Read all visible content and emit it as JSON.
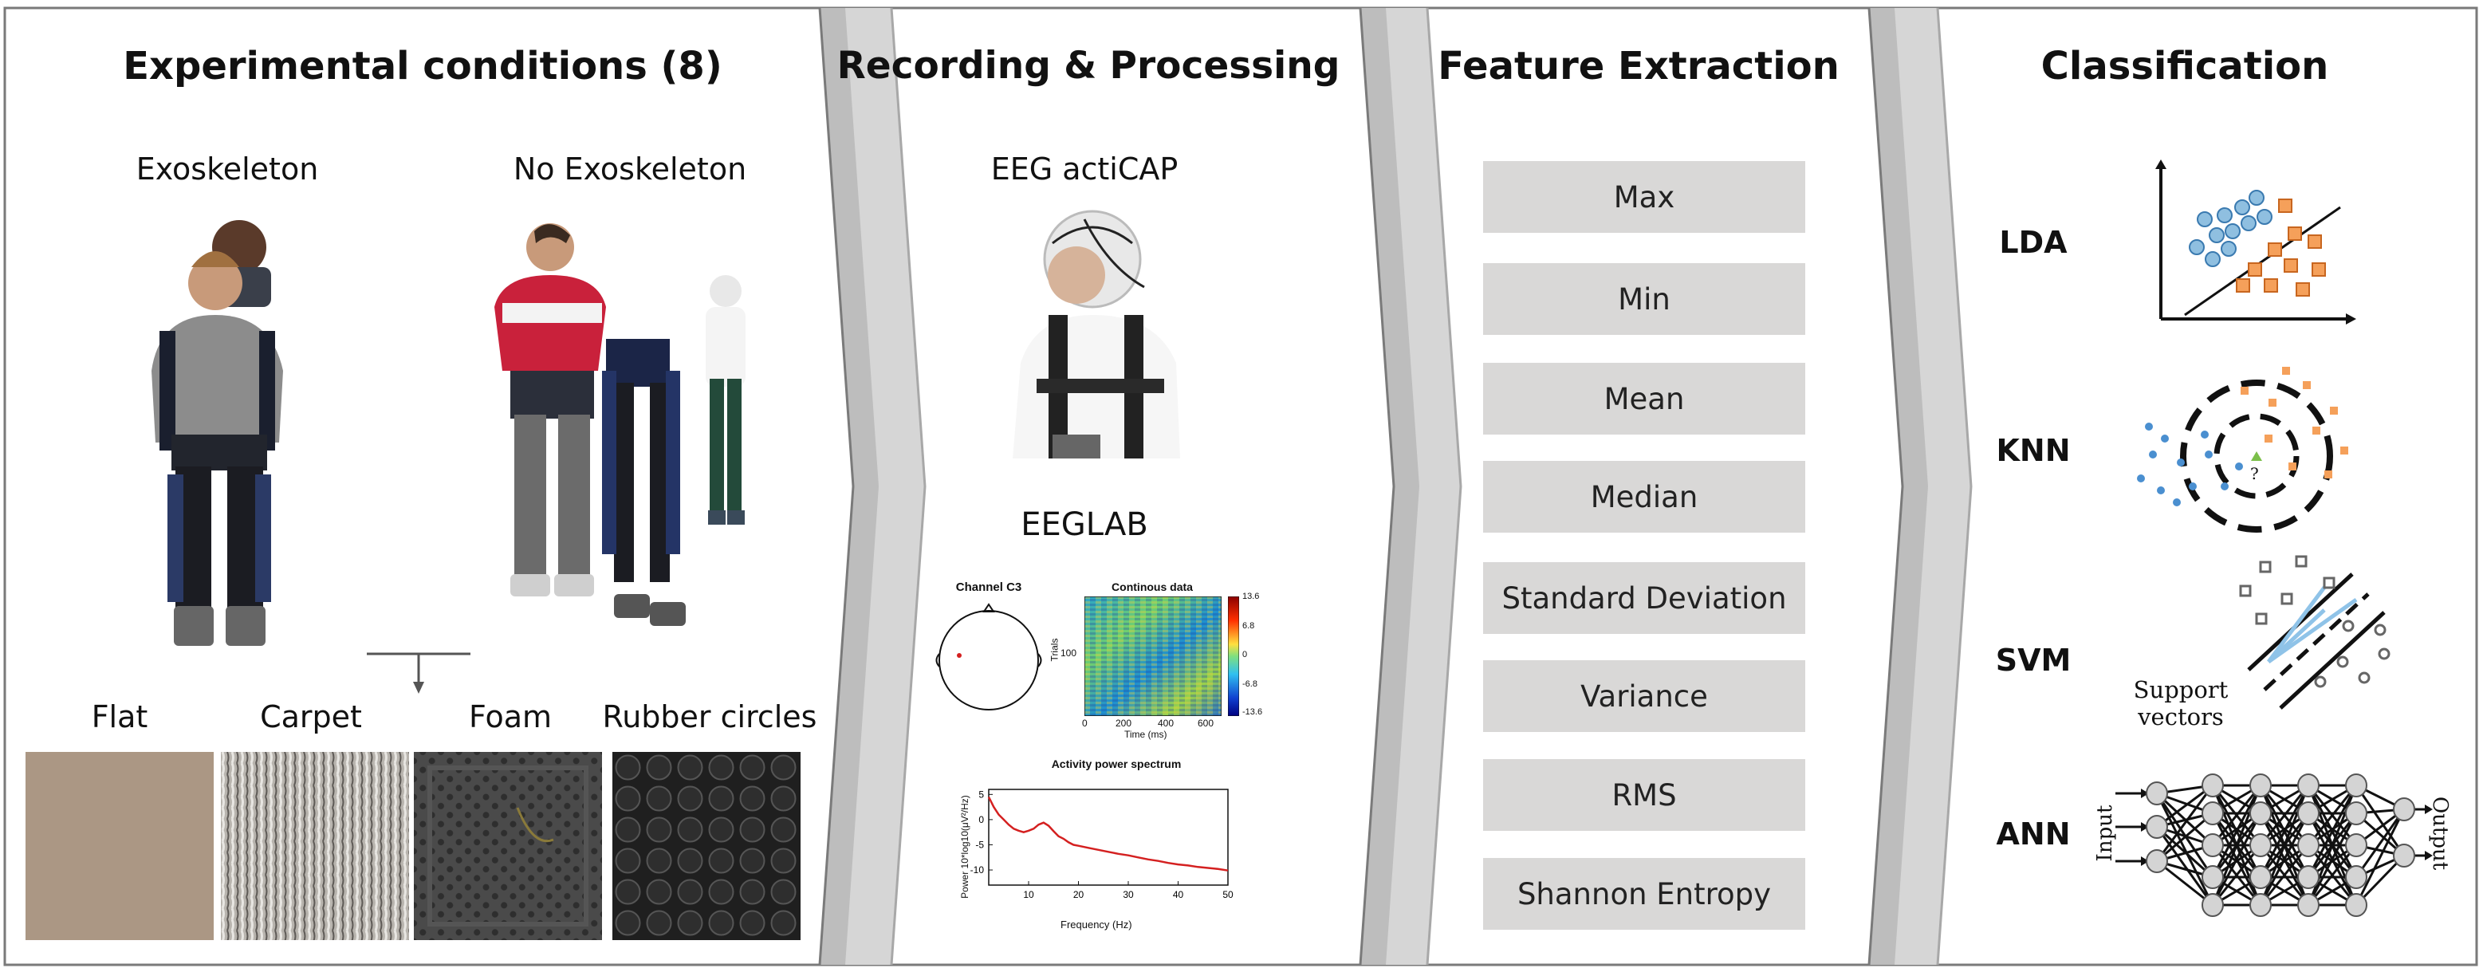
{
  "panels": {
    "conditions": {
      "title": "Experimental conditions (8)",
      "exo_label": "Exoskeleton",
      "noexo_label": "No Exoskeleton",
      "surfaces": [
        "Flat",
        "Carpet",
        "Foam",
        "Rubber circles"
      ]
    },
    "recording": {
      "title": "Recording & Processing",
      "device_label": "EEG actiCAP",
      "software_label": "EEGLAB",
      "topo_title": "Channel C3",
      "cont_title": "Continous data",
      "cont_ylabel": "Trials",
      "cont_xlabel": "Time (ms)",
      "cont_yticks": [
        "100"
      ],
      "cont_xticks": [
        "0",
        "200",
        "400",
        "600"
      ],
      "colorbar_ticks": [
        "13.6",
        "6.8",
        "0",
        "-6.8",
        "-13.6"
      ],
      "spectrum_title": "Activity power spectrum",
      "spectrum_xlabel": "Frequency (Hz)",
      "spectrum_ylabel": "Power 10*log10(μV²/Hz)",
      "spectrum_xticks": [
        "10",
        "20",
        "30",
        "40",
        "50"
      ],
      "spectrum_yticks": [
        "5",
        "0",
        "-5",
        "-10"
      ]
    },
    "features": {
      "title": "Feature Extraction",
      "items": [
        "Max",
        "Min",
        "Mean",
        "Median",
        "Standard Deviation",
        "Variance",
        "RMS",
        "Shannon Entropy"
      ]
    },
    "classification": {
      "title": "Classification",
      "classifiers": [
        "LDA",
        "KNN",
        "SVM",
        "ANN"
      ],
      "knn_query": "?",
      "svm_annotation_line1": "Support",
      "svm_annotation_line2": "vectors",
      "ann_input": "Input",
      "ann_output": "Output"
    }
  },
  "colors": {
    "feature_box": "#d9d8d7",
    "chevron_shade": "#c9c9c9",
    "lda_blue": "#8fbfe0",
    "lda_orange": "#f5a05a",
    "spectrum_line": "#d42020"
  },
  "chart_data": {
    "type": "line",
    "title": "Activity power spectrum",
    "xlabel": "Frequency (Hz)",
    "ylabel": "Power 10*log10(μV²/Hz)",
    "xlim": [
      2,
      50
    ],
    "ylim": [
      -13,
      6
    ],
    "series": [
      {
        "x": [
          2,
          3,
          4,
          5,
          6,
          7,
          8,
          9,
          10,
          11,
          12,
          13,
          14,
          15,
          16,
          17,
          18,
          19,
          20,
          22,
          24,
          26,
          28,
          30,
          32,
          34,
          36,
          38,
          40,
          42,
          44,
          46,
          48,
          50
        ],
        "values": [
          4.5,
          2.5,
          1,
          0,
          -1,
          -1.8,
          -2.2,
          -2.5,
          -2.2,
          -1.8,
          -1,
          -0.6,
          -1.2,
          -2.3,
          -3.3,
          -3.8,
          -4.5,
          -5,
          -5.2,
          -5.6,
          -6,
          -6.4,
          -6.8,
          -7.1,
          -7.5,
          -7.9,
          -8.2,
          -8.6,
          -8.9,
          -9.1,
          -9.4,
          -9.6,
          -9.8,
          -10.1
        ]
      }
    ]
  }
}
